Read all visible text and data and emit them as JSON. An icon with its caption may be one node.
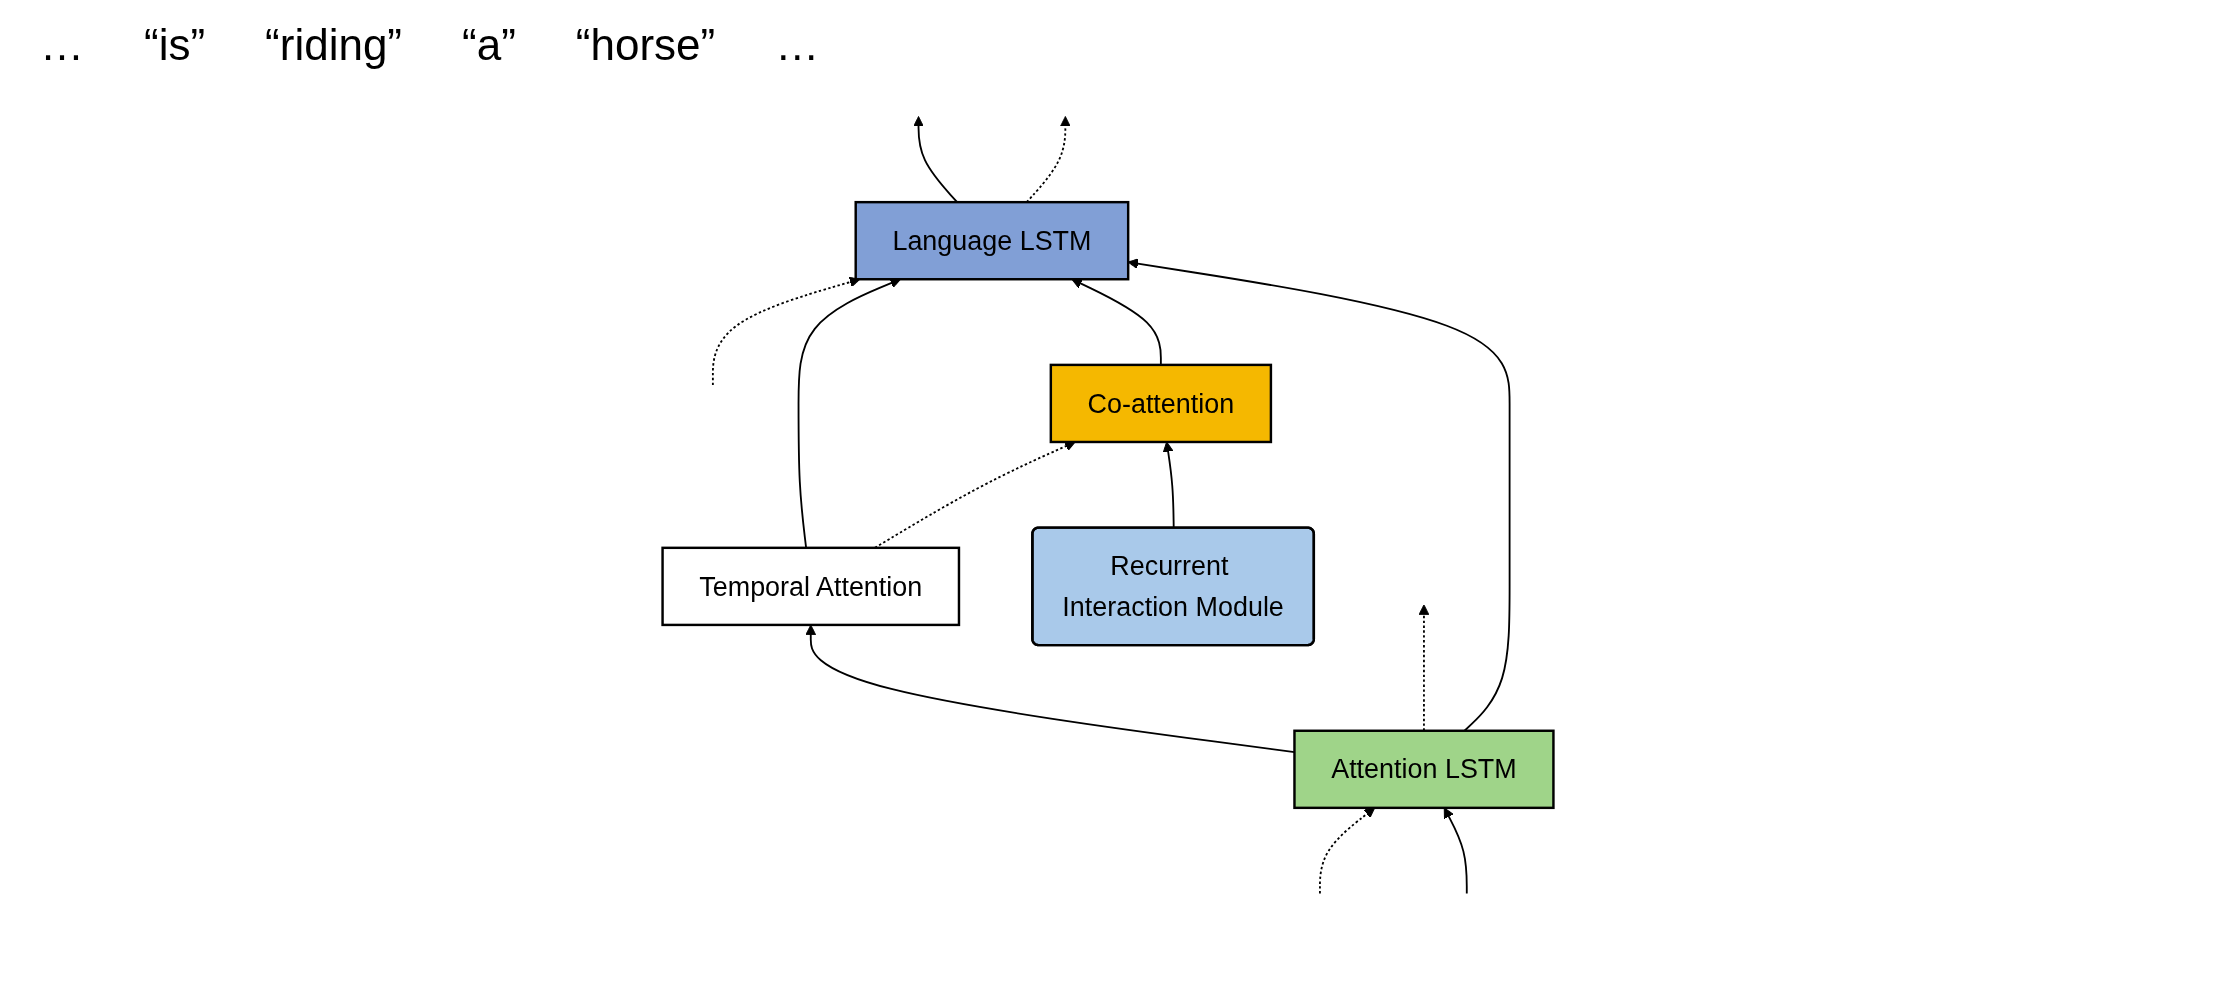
{
  "diagram": {
    "nodes": [
      {
        "text": [
          "Language LSTM"
        ]
      },
      {
        "text": [
          "Temporal Attention"
        ]
      },
      {
        "text": [
          "Co-attention"
        ]
      },
      {
        "text": [
          "Recurrent Interaction Module"
        ]
      },
      {
        "text": [
          "Attention LSTM"
        ]
      }
    ],
    "edges": [
      {
        "from": 0,
        "to": null,
        "arrow": "to"
      },
      {
        "from": null,
        "to": 0,
        "arrow": "to",
        "style": "dashed"
      },
      {
        "from": 0,
        "to": null,
        "arrow": "to",
        "style": "dashed"
      },
      {
        "from": 1,
        "to": 0,
        "arrow": "to"
      },
      {
        "from": 2,
        "to": 0,
        "arrow": "to"
      },
      {
        "from": 1,
        "to": 2,
        "arrow": "to",
        "style": "dashed"
      },
      {
        "from": 4,
        "to": 0,
        "arrow": "to"
      },
      {
        "from": 4,
        "to": 1,
        "arrow": "to"
      },
      {
        "from": 3,
        "to": 2,
        "arrow": "to"
      },
      {
        "from": null,
        "to": 4,
        "arrow": "to",
        "style": "dashed"
      },
      {
        "from": 4,
        "to": null,
        "arrow": "to",
        "style": "dashed"
      },
      {
        "from": null,
        "to": 4,
        "arrow": "to"
      }
    ],
    "labels": [
      "…",
      "“is”",
      "“riding”",
      "“a”",
      "“horse”",
      "…"
    ]
  }
}
